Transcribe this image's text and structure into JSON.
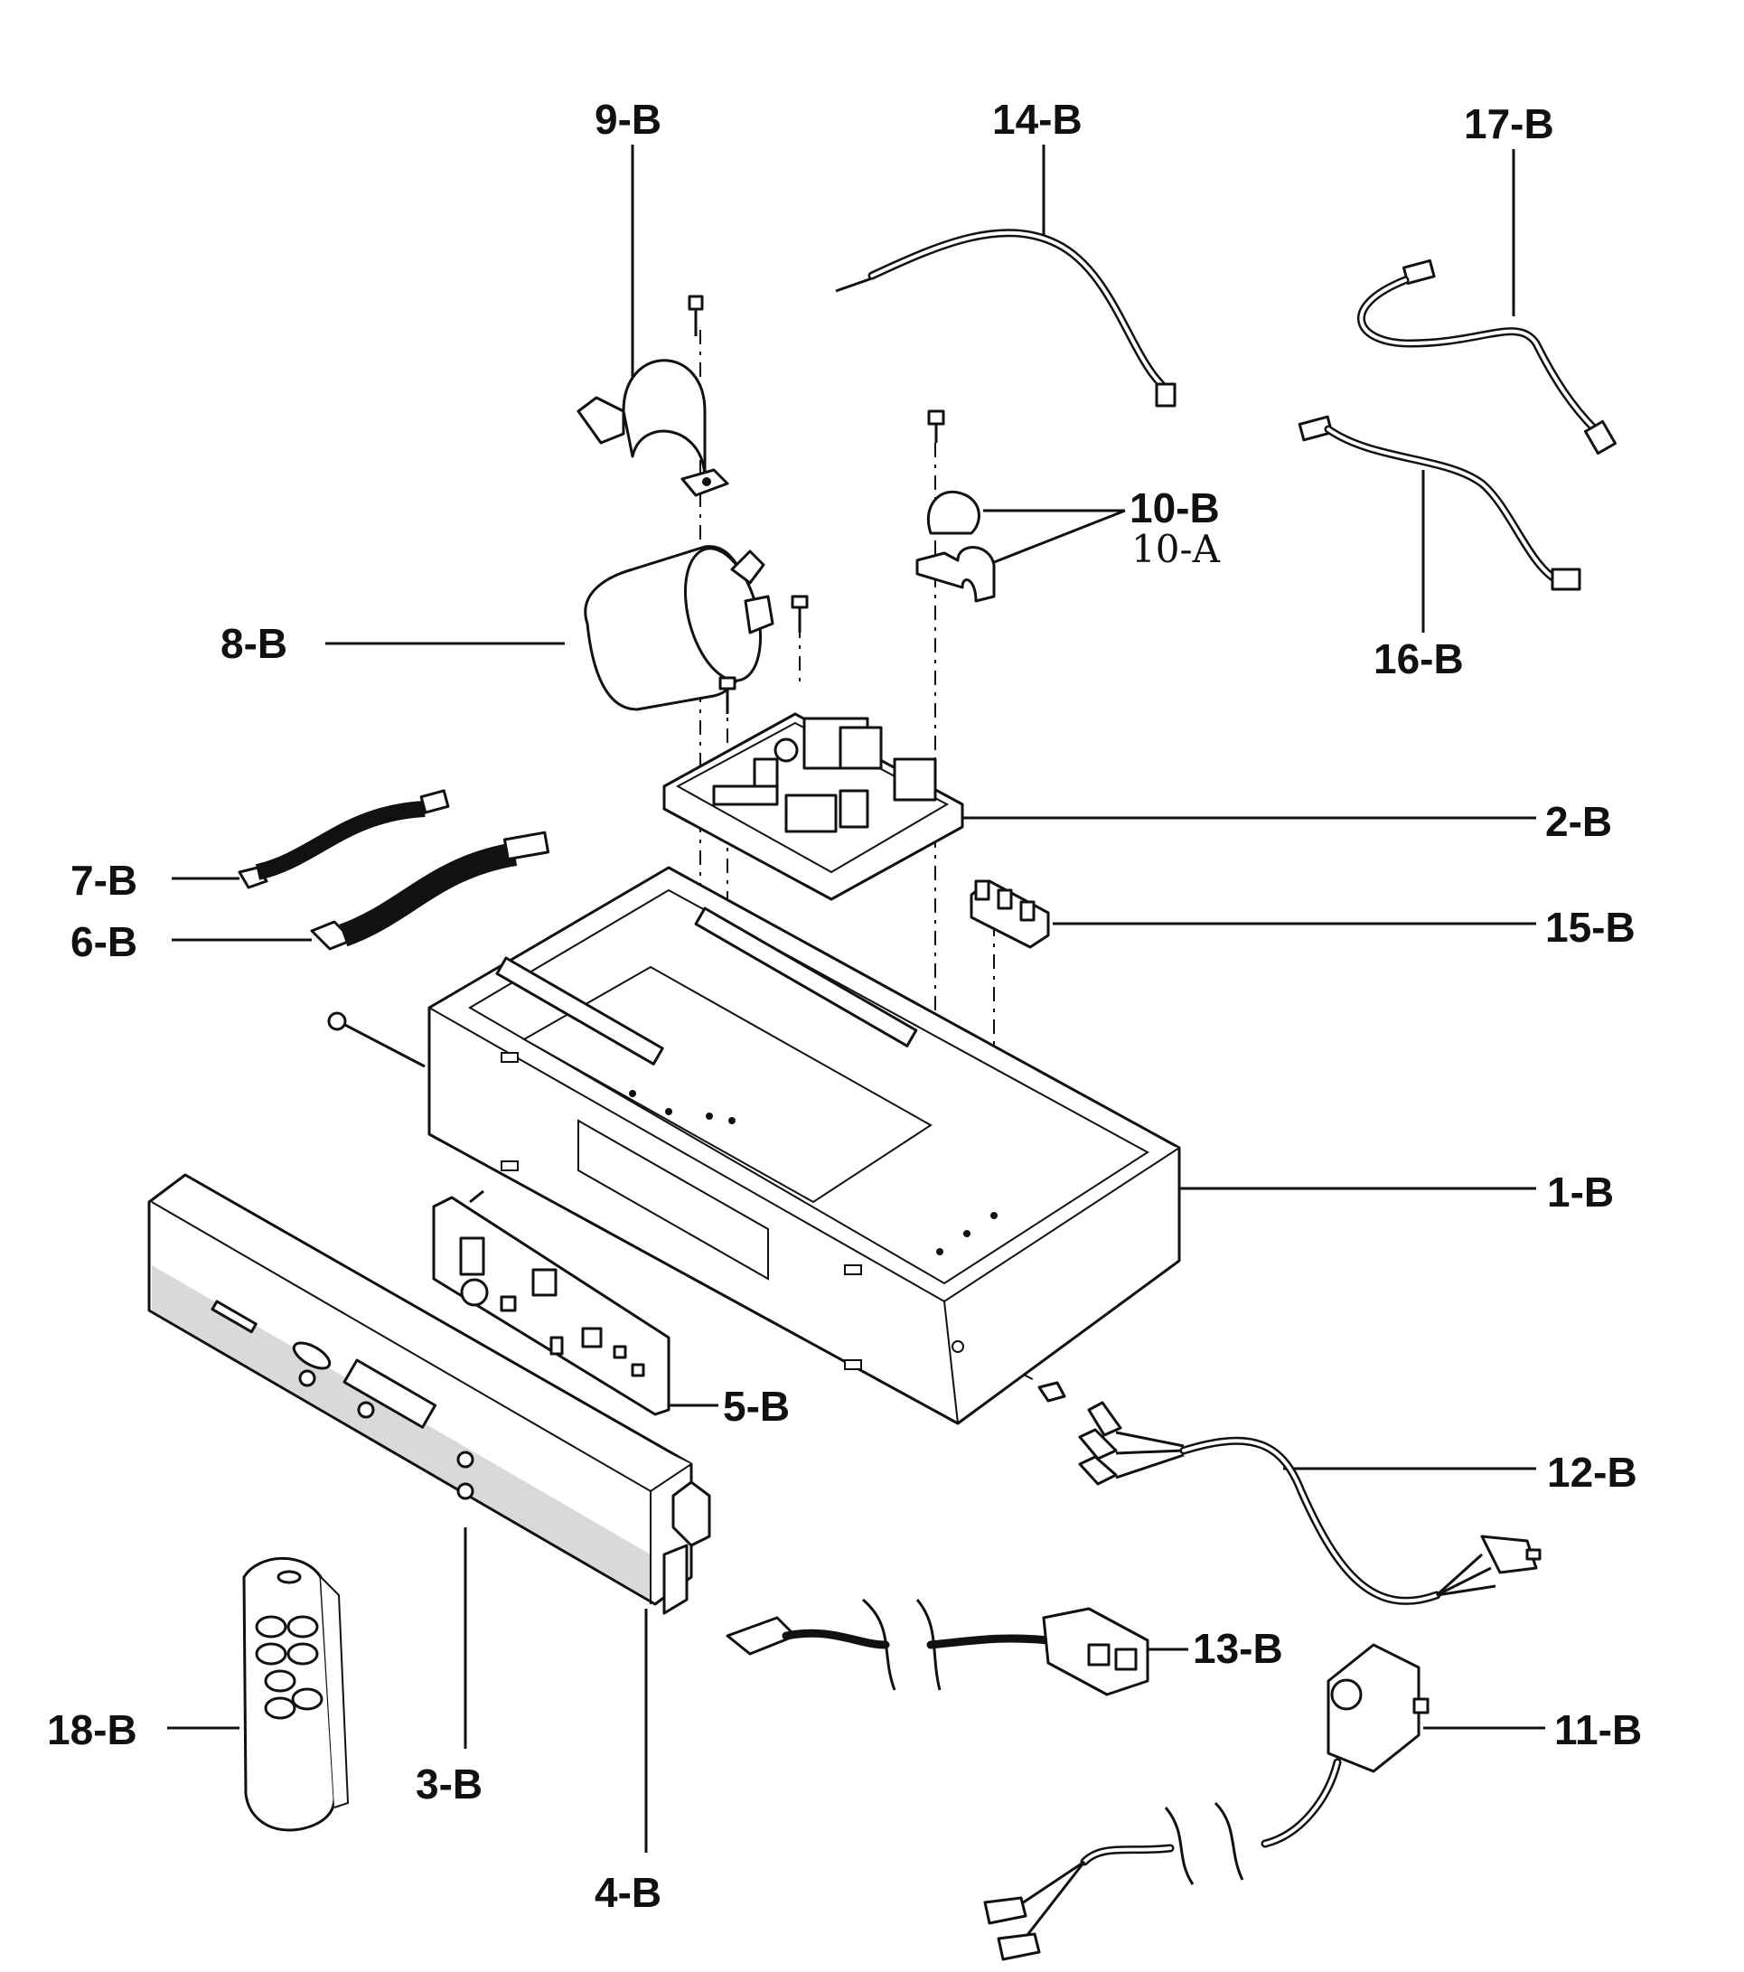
{
  "parts": [
    {
      "id": "9-B"
    },
    {
      "id": "14-B"
    },
    {
      "id": "17-B"
    },
    {
      "id": "10-B",
      "alt": "10-A"
    },
    {
      "id": "8-B"
    },
    {
      "id": "16-B"
    },
    {
      "id": "2-B"
    },
    {
      "id": "7-B"
    },
    {
      "id": "6-B"
    },
    {
      "id": "15-B"
    },
    {
      "id": "1-B"
    },
    {
      "id": "5-B"
    },
    {
      "id": "12-B"
    },
    {
      "id": "13-B"
    },
    {
      "id": "11-B"
    },
    {
      "id": "18-B"
    },
    {
      "id": "3-B"
    },
    {
      "id": "4-B"
    }
  ]
}
